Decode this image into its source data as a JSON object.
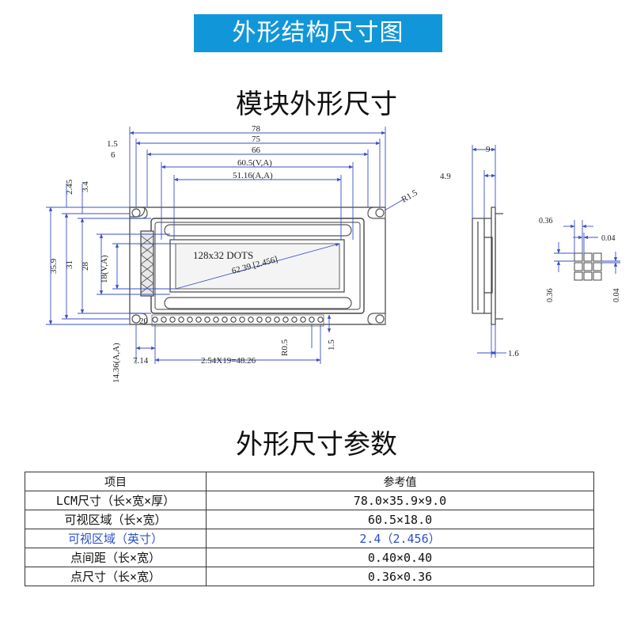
{
  "banner": "外形结构尺寸图",
  "title_outline": "模块外形尺寸",
  "title_params": "外形尺寸参数",
  "colors": {
    "banner_bg": "#1197d9",
    "highlight_text": "#2a4fc9",
    "dimension_line": "#3b4fc4"
  },
  "drawing": {
    "dims": {
      "overall_width": "78",
      "pcb_width": "75",
      "hole_pitch": "66",
      "va_width": "60.5(V,A)",
      "aa_width": "51.16(A,A)",
      "edge_left": "1.5",
      "hole_offset": "6",
      "top_2_45": "2.45",
      "top_3_4": "3.4",
      "height_total": "35.9",
      "height_31": "31",
      "height_28": "28",
      "va_height": "18(V,A)",
      "aa_height": "14.36(A,A)",
      "pin_offset": "7.14",
      "pin_pitch": "2.54X19=48.26",
      "pin_radius": "R0.5",
      "pin_length": "1.5",
      "corner_radius": "R1.5",
      "resolution": "128x32 DOTS",
      "diagonal": "62.39 [2.456]",
      "pin_label": "20",
      "side_width": "9",
      "side_4_9": "4.9",
      "side_1_6": "1.6",
      "dot_size_h": "0.36",
      "dot_gap_h": "0.04",
      "dot_size_v": "0.36",
      "dot_gap_v": "0.04"
    }
  },
  "table": {
    "headers": [
      "项目",
      "参考值"
    ],
    "rows": [
      {
        "item": "LCM尺寸（长×宽×厚）",
        "value": "78.0×35.9×9.0",
        "highlight": false
      },
      {
        "item": "可视区域（长×宽）",
        "value": "60.5×18.0",
        "highlight": false
      },
      {
        "item": "可视区域（英寸）",
        "value": "2.4（2.456）",
        "highlight": true
      },
      {
        "item": "点间距（长×宽）",
        "value": "0.40×0.40",
        "highlight": false
      },
      {
        "item": "点尺寸（长×宽）",
        "value": "0.36×0.36",
        "highlight": false
      }
    ]
  }
}
